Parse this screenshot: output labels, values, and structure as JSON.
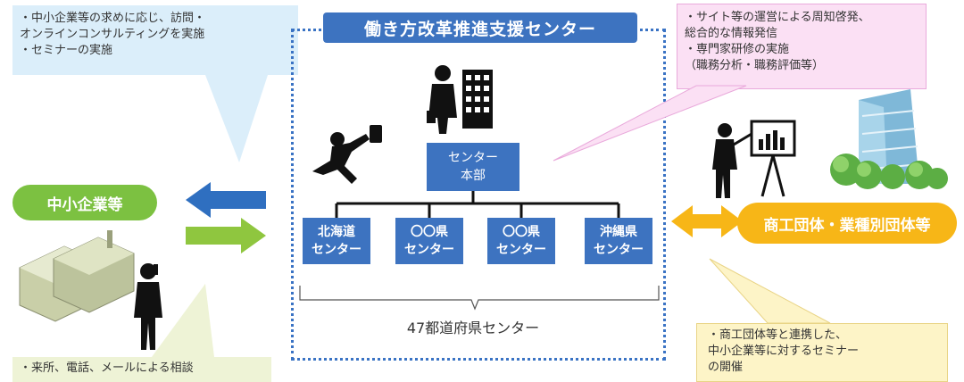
{
  "title": "働き方改革推進支援センター",
  "hq_label": "センター\n本部",
  "prefecture_centers": [
    "北海道\nセンター",
    "〇〇県\nセンター",
    "〇〇県\nセンター",
    "沖縄県\nセンター"
  ],
  "brace_label": "47都道府県センター",
  "left_entity": "中小企業等",
  "right_entity": "商工団体・業種別団体等",
  "callouts": {
    "top_left": "・中小企業等の求めに応じ、訪問・\n  オンラインコンサルティングを実施\n・セミナーの実施",
    "top_right": "・サイト等の運営による周知啓発、\n  総合的な情報発信\n・専門家研修の実施\n （職務分析・職務評価等）",
    "bottom_left": "・来所、電話、メールによる相談",
    "bottom_right": "・商工団体等と連携した、\n  中小企業等に対するセミナー\n  の開催"
  },
  "colors": {
    "center_blue": "#3d73c0",
    "sme_green": "#7cc141",
    "group_orange": "#f7b617",
    "arrow_blue": "#2f6fc0",
    "arrow_green": "#8fc63f"
  },
  "icons": [
    "businessman-icon",
    "office-building-icon",
    "running-businessman-icon",
    "presenter-chart-icon",
    "green-building-icon",
    "factory-icon",
    "phone-businessman-icon"
  ]
}
